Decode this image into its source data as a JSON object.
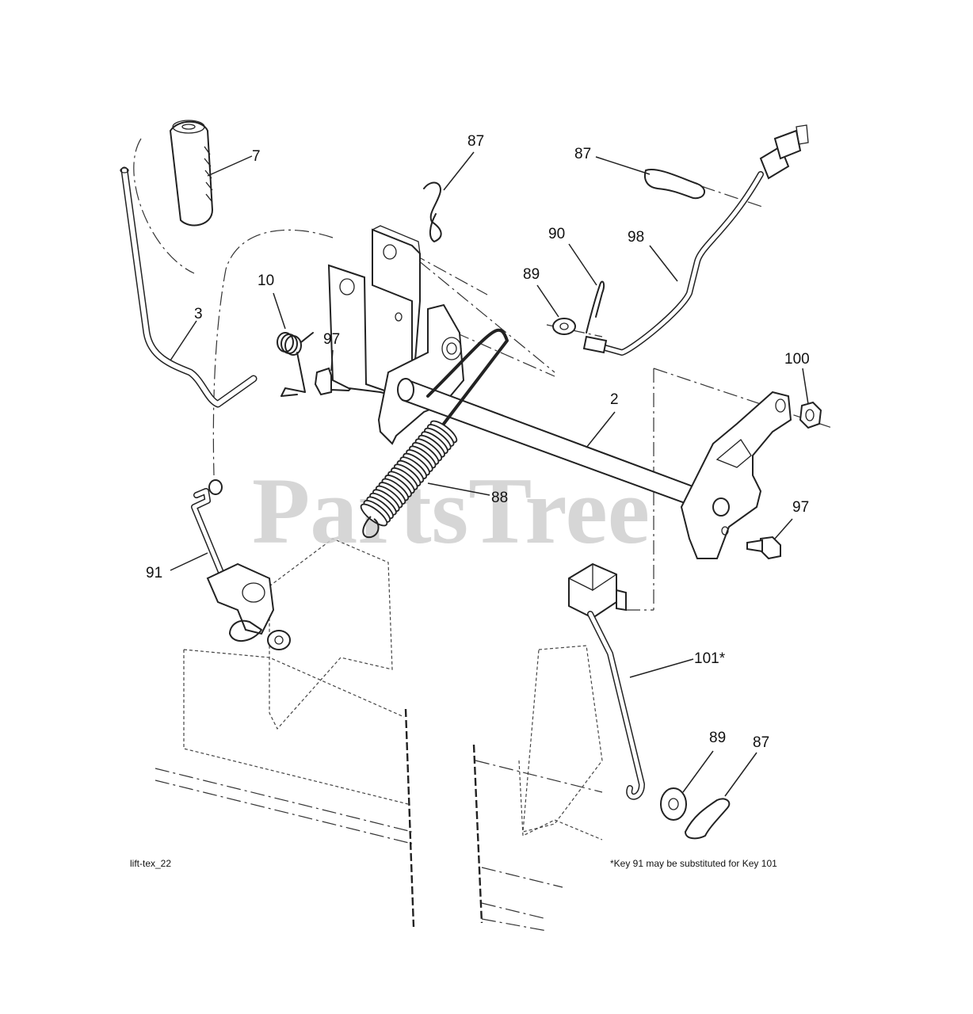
{
  "diagram": {
    "callouts": [
      {
        "id": "c7",
        "text": "7"
      },
      {
        "id": "c87a",
        "text": "87"
      },
      {
        "id": "c87b",
        "text": "87"
      },
      {
        "id": "c90",
        "text": "90"
      },
      {
        "id": "c98",
        "text": "98"
      },
      {
        "id": "c89a",
        "text": "89"
      },
      {
        "id": "c10",
        "text": "10"
      },
      {
        "id": "c3",
        "text": "3"
      },
      {
        "id": "c97a",
        "text": "97"
      },
      {
        "id": "c100",
        "text": "100"
      },
      {
        "id": "c2",
        "text": "2"
      },
      {
        "id": "c88",
        "text": "88"
      },
      {
        "id": "c97b",
        "text": "97"
      },
      {
        "id": "c91",
        "text": "91"
      },
      {
        "id": "c101",
        "text": "101*"
      },
      {
        "id": "c89b",
        "text": "89"
      },
      {
        "id": "c87c",
        "text": "87"
      }
    ],
    "figure_code": "lift-tex_22",
    "footnote": "*Key 91 may be substituted for Key 101",
    "watermark": "PartsTree"
  }
}
